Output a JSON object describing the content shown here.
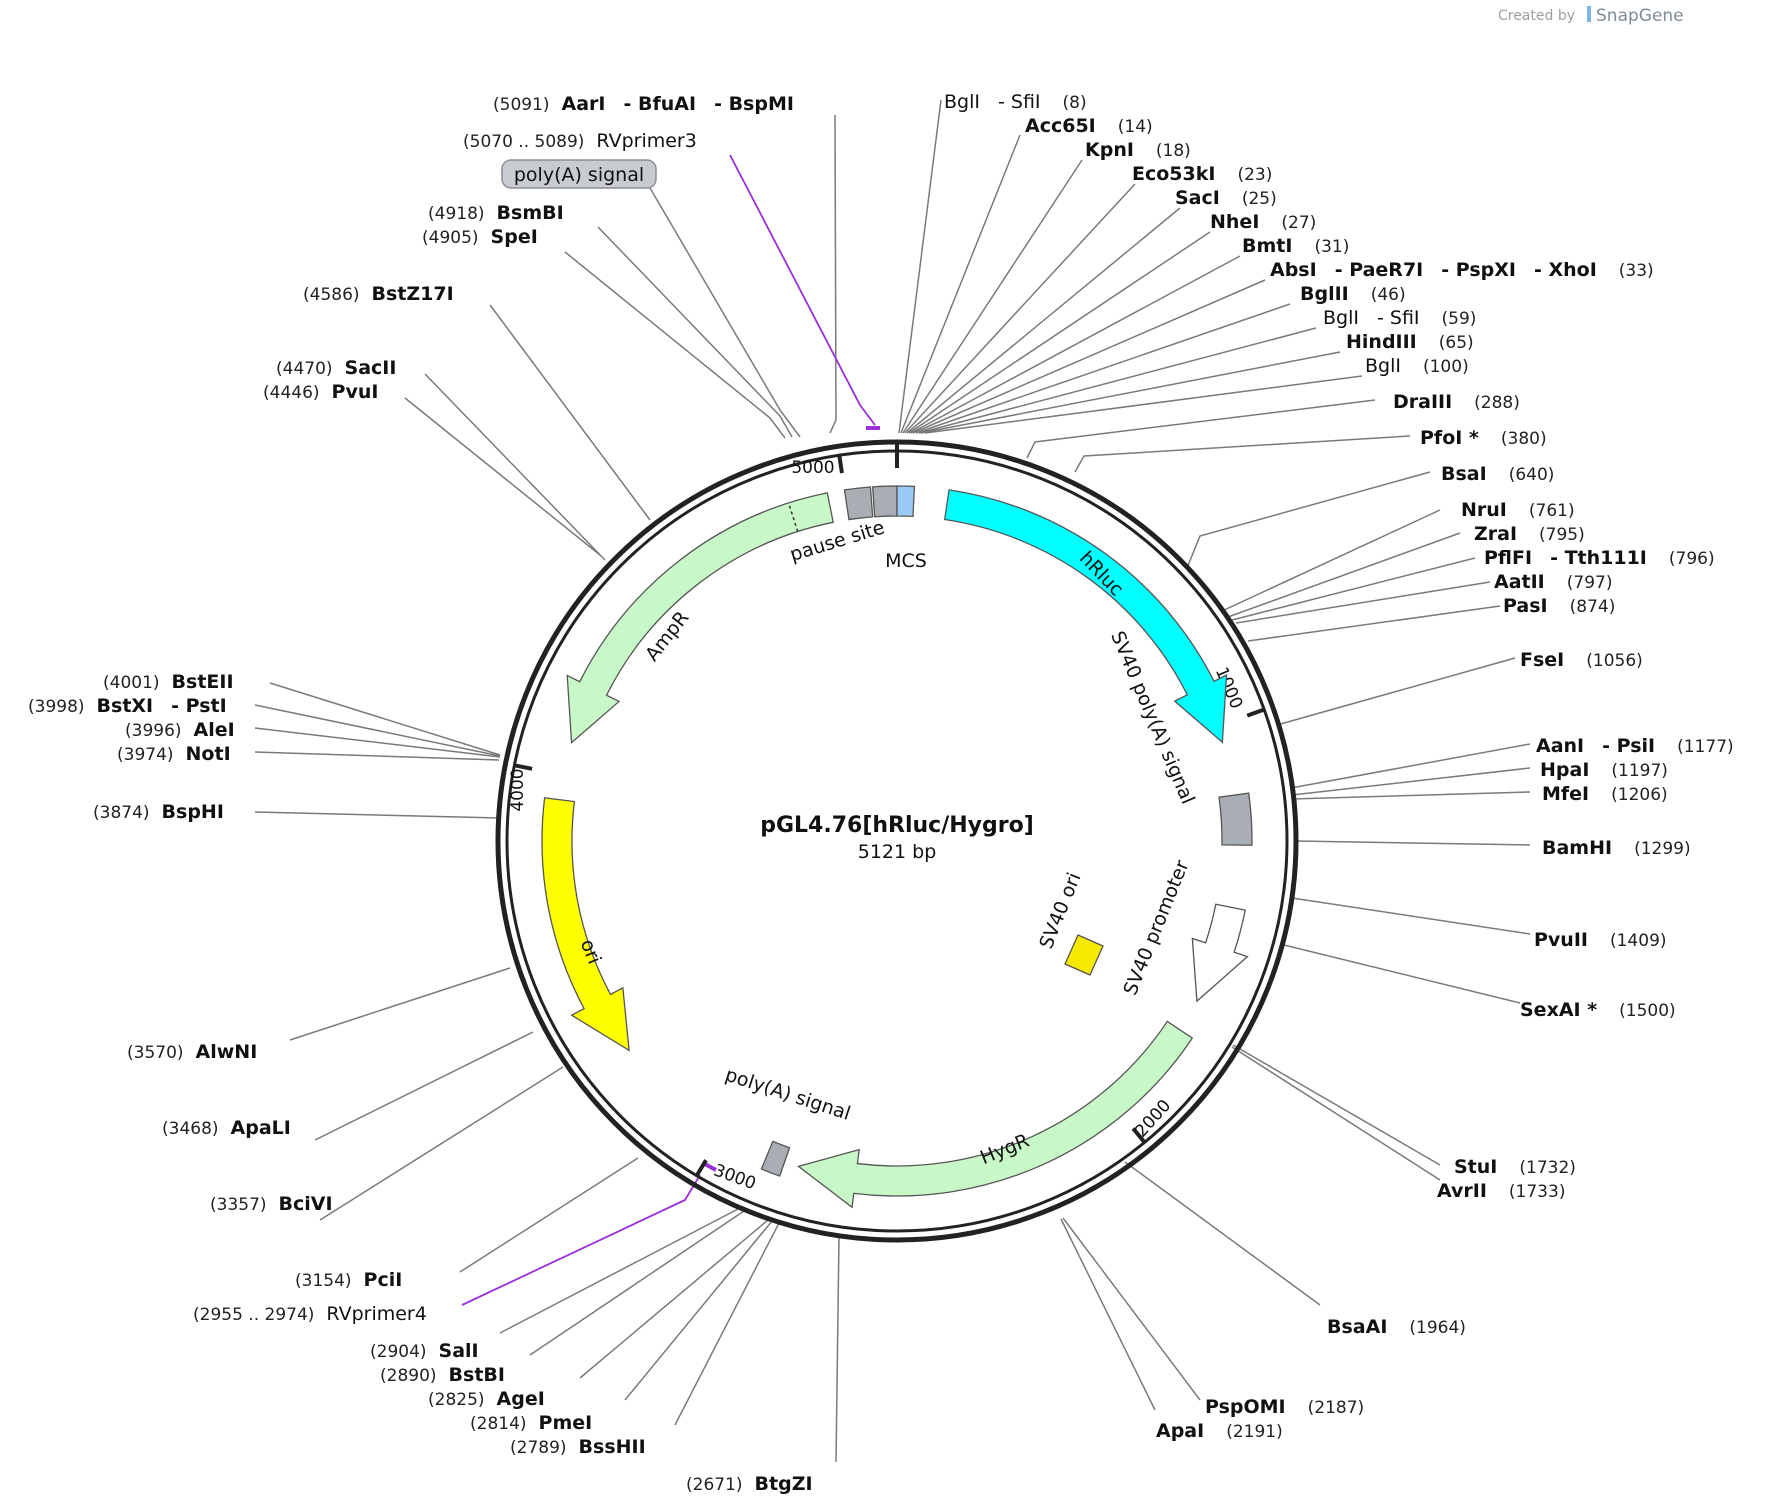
{
  "credit": {
    "prefix": "Created by",
    "brand": "SnapGene"
  },
  "plasmid": {
    "name": "pGL4.76[hRluc/Hygro]",
    "size_label": "5121 bp",
    "length_bp": 5121
  },
  "ticks": [
    {
      "bp": 1000,
      "label": "1000"
    },
    {
      "bp": 2000,
      "label": "2000"
    },
    {
      "bp": 3000,
      "label": "3000"
    },
    {
      "bp": 4000,
      "label": "4000"
    },
    {
      "bp": 5000,
      "label": "5000"
    }
  ],
  "features": [
    {
      "id": "hrluc",
      "label": "hRluc",
      "color": "#00ffff"
    },
    {
      "id": "sv40-polya",
      "label": "SV40 poly(A) signal",
      "color": "#a9adb4"
    },
    {
      "id": "sv40-promoter",
      "label": "SV40 promoter",
      "color": "#ffffff"
    },
    {
      "id": "sv40-ori",
      "label": "SV40 ori",
      "color": "#f7e800"
    },
    {
      "id": "hygr",
      "label": "HygR",
      "color": "#c8f8c8"
    },
    {
      "id": "polya2",
      "label": "poly(A) signal",
      "color": "#a9adb4"
    },
    {
      "id": "ori",
      "label": "ori",
      "color": "#ffff00"
    },
    {
      "id": "ampr",
      "label": "AmpR",
      "color": "#c8f8c8"
    },
    {
      "id": "pause-site",
      "label": "pause site",
      "color": "#a9adb4"
    },
    {
      "id": "mcs",
      "label": "MCS",
      "color": "#9ccaf6"
    }
  ],
  "callout": {
    "label": "poly(A) signal"
  },
  "primers": [
    {
      "id": "rv3",
      "range": "(5070 .. 5089)",
      "name": "RVprimer3",
      "color": "#9b30d9"
    },
    {
      "id": "rv4",
      "range": "(2955 .. 2974)",
      "name": "RVprimer4",
      "color": "#9b30d9"
    }
  ],
  "sites": [
    {
      "id": "s5091",
      "pos": "(5091)",
      "names": [
        "AarI",
        "- BfuAI",
        "- BspMI"
      ]
    },
    {
      "id": "s4918",
      "pos": "(4918)",
      "names": [
        "BsmBI"
      ]
    },
    {
      "id": "s4905",
      "pos": "(4905)",
      "names": [
        "SpeI"
      ]
    },
    {
      "id": "s4586",
      "pos": "(4586)",
      "names": [
        "BstZ17I"
      ]
    },
    {
      "id": "s4470",
      "pos": "(4470)",
      "names": [
        "SacII"
      ]
    },
    {
      "id": "s4446",
      "pos": "(4446)",
      "names": [
        "PvuI"
      ]
    },
    {
      "id": "s4001",
      "pos": "(4001)",
      "names": [
        "BstEII"
      ]
    },
    {
      "id": "s3998",
      "pos": "(3998)",
      "names": [
        "BstXI",
        "- PstI"
      ]
    },
    {
      "id": "s3996",
      "pos": "(3996)",
      "names": [
        "AleI"
      ]
    },
    {
      "id": "s3974",
      "pos": "(3974)",
      "names": [
        "NotI"
      ]
    },
    {
      "id": "s3874",
      "pos": "(3874)",
      "names": [
        "BspHI"
      ]
    },
    {
      "id": "s3570",
      "pos": "(3570)",
      "names": [
        "AlwNI"
      ]
    },
    {
      "id": "s3468",
      "pos": "(3468)",
      "names": [
        "ApaLI"
      ]
    },
    {
      "id": "s3357",
      "pos": "(3357)",
      "names": [
        "BciVI"
      ]
    },
    {
      "id": "s3154",
      "pos": "(3154)",
      "names": [
        "PciI"
      ]
    },
    {
      "id": "s2904",
      "pos": "(2904)",
      "names": [
        "SalI"
      ]
    },
    {
      "id": "s2890",
      "pos": "(2890)",
      "names": [
        "BstBI"
      ]
    },
    {
      "id": "s2825",
      "pos": "(2825)",
      "names": [
        "AgeI"
      ]
    },
    {
      "id": "s2814",
      "pos": "(2814)",
      "names": [
        "PmeI"
      ]
    },
    {
      "id": "s2789",
      "pos": "(2789)",
      "names": [
        "BssHII"
      ]
    },
    {
      "id": "s2671",
      "pos": "(2671)",
      "names": [
        "BtgZI"
      ]
    },
    {
      "id": "s8",
      "pos": "(8)",
      "names": [
        "BglI",
        "- SfiI"
      ],
      "regular": true
    },
    {
      "id": "s14",
      "pos": "(14)",
      "names": [
        "Acc65I"
      ]
    },
    {
      "id": "s18",
      "pos": "(18)",
      "names": [
        "KpnI"
      ]
    },
    {
      "id": "s23",
      "pos": "(23)",
      "names": [
        "Eco53kI"
      ]
    },
    {
      "id": "s25",
      "pos": "(25)",
      "names": [
        "SacI"
      ]
    },
    {
      "id": "s27",
      "pos": "(27)",
      "names": [
        "NheI"
      ]
    },
    {
      "id": "s31",
      "pos": "(31)",
      "names": [
        "BmtI"
      ]
    },
    {
      "id": "s33",
      "pos": "(33)",
      "names": [
        "AbsI",
        "- PaeR7I",
        "- PspXI",
        "- XhoI"
      ]
    },
    {
      "id": "s46",
      "pos": "(46)",
      "names": [
        "BglII"
      ]
    },
    {
      "id": "s59",
      "pos": "(59)",
      "names": [
        "BglI",
        "- SfiI"
      ],
      "regular": true
    },
    {
      "id": "s65",
      "pos": "(65)",
      "names": [
        "HindIII"
      ]
    },
    {
      "id": "s100",
      "pos": "(100)",
      "names": [
        "BglI"
      ],
      "regular": true
    },
    {
      "id": "s288",
      "pos": "(288)",
      "names": [
        "DraIII"
      ]
    },
    {
      "id": "s380",
      "pos": "(380)",
      "names": [
        "PfoI *"
      ],
      "gray": true
    },
    {
      "id": "s640",
      "pos": "(640)",
      "names": [
        "BsaI"
      ]
    },
    {
      "id": "s761",
      "pos": "(761)",
      "names": [
        "NruI"
      ]
    },
    {
      "id": "s795",
      "pos": "(795)",
      "names": [
        "ZraI"
      ]
    },
    {
      "id": "s796",
      "pos": "(796)",
      "names": [
        "PflFI",
        "- Tth111I"
      ]
    },
    {
      "id": "s797",
      "pos": "(797)",
      "names": [
        "AatII"
      ]
    },
    {
      "id": "s874",
      "pos": "(874)",
      "names": [
        "PasI"
      ]
    },
    {
      "id": "s1056",
      "pos": "(1056)",
      "names": [
        "FseI"
      ]
    },
    {
      "id": "s1177",
      "pos": "(1177)",
      "names": [
        "AanI",
        "- PsiI"
      ]
    },
    {
      "id": "s1197",
      "pos": "(1197)",
      "names": [
        "HpaI"
      ]
    },
    {
      "id": "s1206",
      "pos": "(1206)",
      "names": [
        "MfeI"
      ]
    },
    {
      "id": "s1299",
      "pos": "(1299)",
      "names": [
        "BamHI"
      ]
    },
    {
      "id": "s1409",
      "pos": "(1409)",
      "names": [
        "PvuII"
      ]
    },
    {
      "id": "s1500",
      "pos": "(1500)",
      "names": [
        "SexAI *"
      ],
      "gray": true
    },
    {
      "id": "s1732",
      "pos": "(1732)",
      "names": [
        "StuI"
      ]
    },
    {
      "id": "s1733",
      "pos": "(1733)",
      "names": [
        "AvrII"
      ]
    },
    {
      "id": "s1964",
      "pos": "(1964)",
      "names": [
        "BsaAI"
      ]
    },
    {
      "id": "s2187",
      "pos": "(2187)",
      "names": [
        "PspOMI"
      ]
    },
    {
      "id": "s2191",
      "pos": "(2191)",
      "names": [
        "ApaI"
      ]
    }
  ]
}
